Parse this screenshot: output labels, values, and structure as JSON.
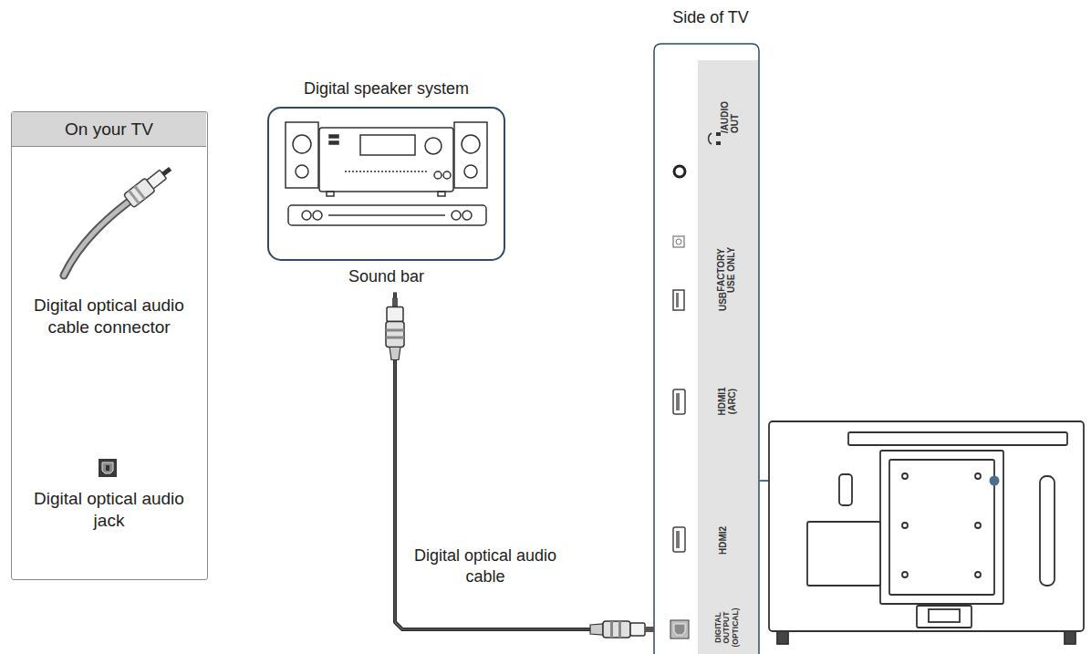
{
  "diagram": {
    "nodes": [
      {
        "text": [
          "On your TV",
          "Digital optical audio cable connector",
          "Digital optical audio jack"
        ]
      },
      {
        "text": [
          "Digital speaker system",
          "Sound bar"
        ]
      },
      {
        "text": [
          "Side of TV"
        ]
      }
    ],
    "edges": [
      {
        "from": 1,
        "to": 2,
        "arrow": "none",
        "label": "Digital optical audio cable"
      }
    ],
    "labels": [
      "/AUDIO OUT",
      "FACTORY USE ONLY",
      "USB",
      "HDMI1 (ARC)",
      "HDMI2",
      "DIGITAL OUTPUT (OPTICAL)"
    ]
  }
}
